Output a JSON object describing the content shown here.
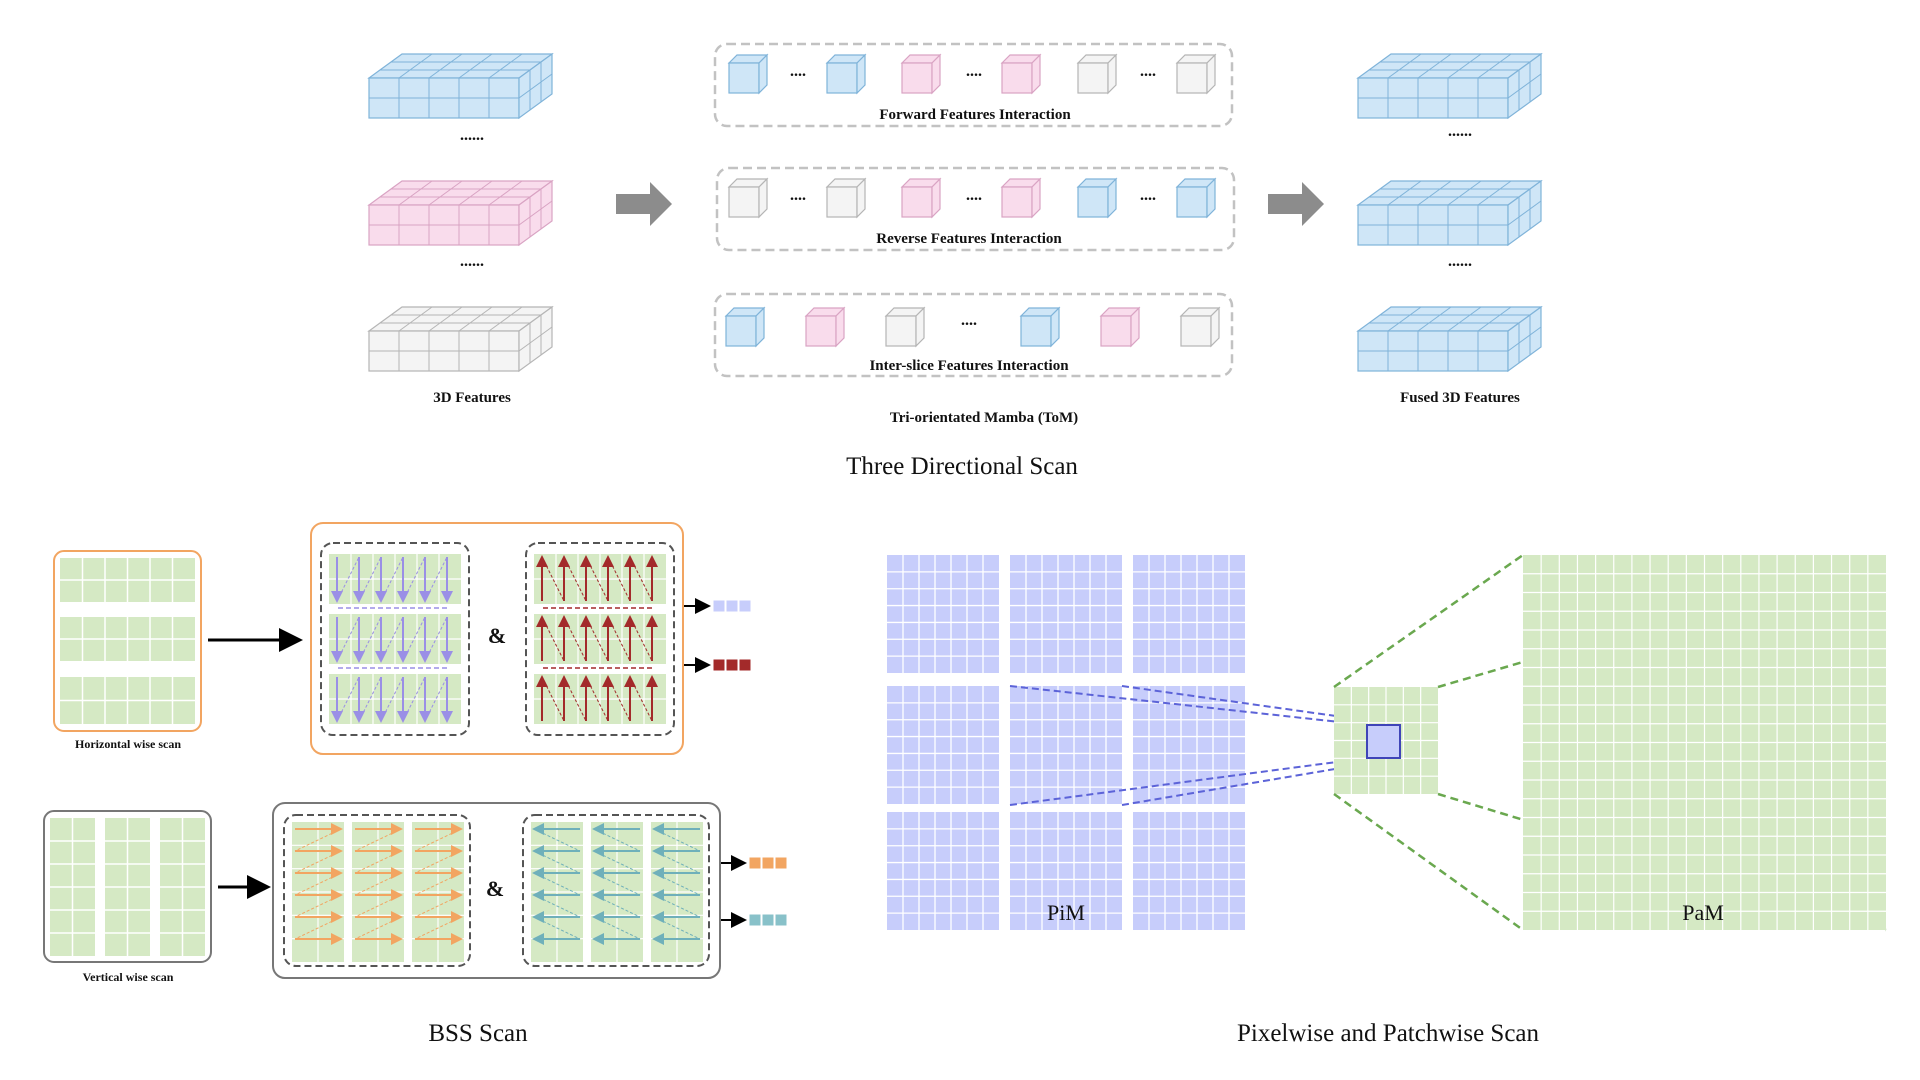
{
  "colors": {
    "blue_fill": "#cfe6f7",
    "blue_stroke": "#7fb3d9",
    "pink_fill": "#f9dcec",
    "pink_stroke": "#d9a3c3",
    "gray_fill": "#f4f4f4",
    "gray_stroke": "#b5b5b5",
    "green_fill": "#d5e9c4",
    "lavender": "#c7cdfb",
    "lavender_dark": "#6c6fe0",
    "orange": "#f2a561",
    "dark_red": "#a32a2a",
    "teal": "#88c1c9",
    "purple_arrow": "#9a8fe6",
    "green_dash": "#6aa84f",
    "arrow_gray": "#8c8c8c"
  },
  "tom": {
    "input_label": "3D Features",
    "dots": "......",
    "row_dots": "....",
    "forward_label": "Forward Features Interaction",
    "reverse_label": "Reverse Features Interaction",
    "interslice_label": "Inter-slice Features Interaction",
    "module_label": "Tri-orientated Mamba (ToM)",
    "output_label": "Fused 3D Features",
    "section_title": "Three Directional Scan"
  },
  "bss": {
    "horizontal_label": "Horizontal wise scan",
    "vertical_label": "Vertical wise scan",
    "and_symbol": "&",
    "section_title": "BSS Scan"
  },
  "ppm": {
    "pim_label": "PiM",
    "pam_label": "PaM",
    "section_title": "Pixelwise and Patchwise Scan"
  }
}
